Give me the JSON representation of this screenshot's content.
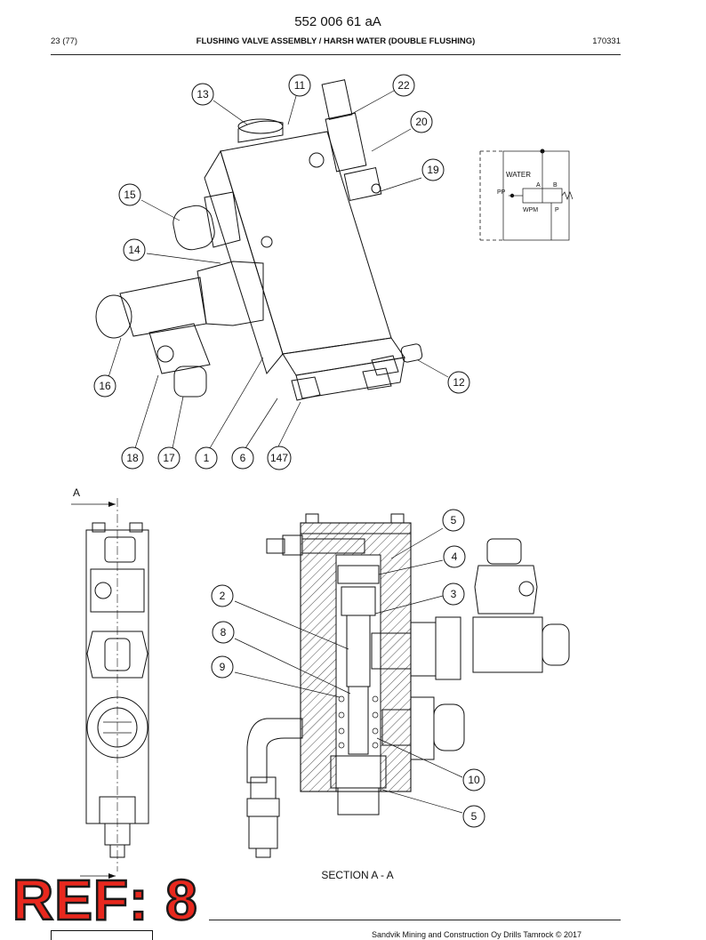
{
  "header": {
    "doc_number": "552 006 61 aA",
    "page": "23 (77)",
    "title": "FLUSHING VALVE ASSEMBLY / HARSH WATER (DOUBLE FLUSHING)",
    "date": "170331"
  },
  "schematic": {
    "water_label": "WATER",
    "port_a": "A",
    "port_b": "B",
    "port_pp": "PP",
    "port_p": "P",
    "wpm_label": "WPM"
  },
  "section": {
    "view_marker": "A",
    "caption": "SECTION A - A"
  },
  "callouts_top": [
    {
      "id": "c-13",
      "text": "13"
    },
    {
      "id": "c-11",
      "text": "11"
    },
    {
      "id": "c-22",
      "text": "22"
    },
    {
      "id": "c-20",
      "text": "20"
    },
    {
      "id": "c-19",
      "text": "19"
    },
    {
      "id": "c-15",
      "text": "15"
    },
    {
      "id": "c-14",
      "text": "14"
    },
    {
      "id": "c-16",
      "text": "16"
    },
    {
      "id": "c-12",
      "text": "12"
    },
    {
      "id": "c-18",
      "text": "18"
    },
    {
      "id": "c-17",
      "text": "17"
    },
    {
      "id": "c-1",
      "text": "1"
    },
    {
      "id": "c-6",
      "text": "6"
    },
    {
      "id": "c-147",
      "text": "147"
    }
  ],
  "callouts_bottom": [
    {
      "id": "c-5a",
      "text": "5"
    },
    {
      "id": "c-4",
      "text": "4"
    },
    {
      "id": "c-3",
      "text": "3"
    },
    {
      "id": "c-2",
      "text": "2"
    },
    {
      "id": "c-8",
      "text": "8"
    },
    {
      "id": "c-9",
      "text": "9"
    },
    {
      "id": "c-10",
      "text": "10"
    },
    {
      "id": "c-5b",
      "text": "5"
    }
  ],
  "stamp": "REF: 8",
  "footer": {
    "copyright": "Sandvik Mining and Construction Oy Drills Tamrock © 2017"
  }
}
